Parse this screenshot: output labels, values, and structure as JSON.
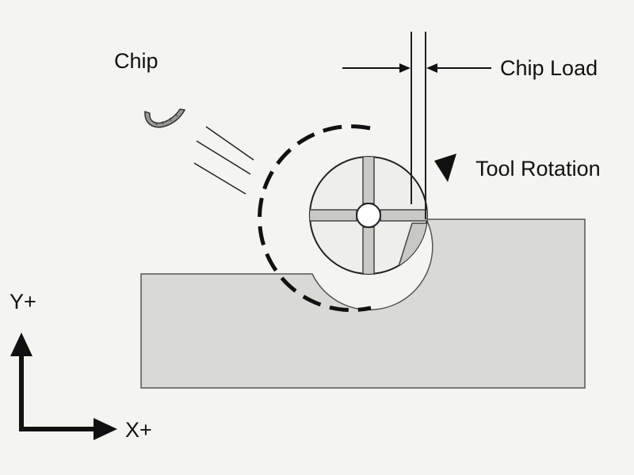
{
  "labels": {
    "chip": "Chip",
    "chip_load": "Chip Load",
    "tool_rotation": "Tool Rotation",
    "y_axis": "Y+",
    "x_axis": "X+"
  },
  "colors": {
    "background": "#f4f5f0",
    "workpiece_fill": "#d9d9d6",
    "tool_fill": "#eeeeea",
    "line": "#111111"
  }
}
